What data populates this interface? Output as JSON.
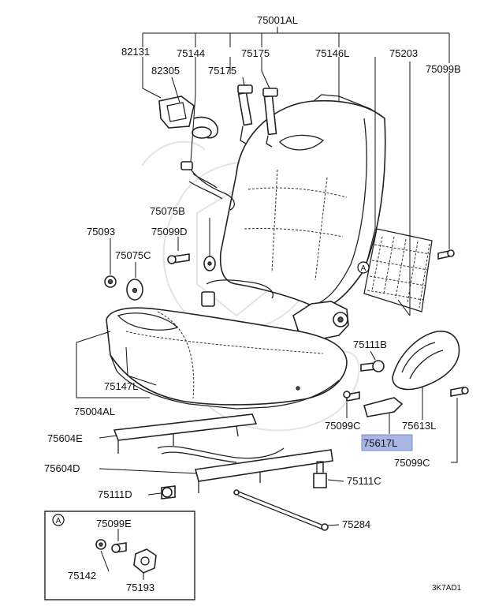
{
  "diagram": {
    "highlight_color": "#a9b6e3",
    "line_color": "#111111",
    "labels": {
      "p75001AL": "75001AL",
      "p82131": "82131",
      "p75144": "75144",
      "p75175a": "75175",
      "p75146L": "75146L",
      "p75203": "75203",
      "p75099B": "75099B",
      "p82305": "82305",
      "p75175b": "75175",
      "p75075B": "75075B",
      "p75093": "75093",
      "p75099D": "75099D",
      "p75075C": "75075C",
      "p75111B": "75111B",
      "p75147L": "75147L",
      "p75004AL": "75004AL",
      "p75099Ca": "75099C",
      "p75613L": "75613L",
      "p75604E": "75604E",
      "p75617L": "75617L",
      "p75099Cb": "75099C",
      "p75604D": "75604D",
      "p75111C": "75111C",
      "p75111D": "75111D",
      "p75284": "75284",
      "p75099E": "75099E",
      "p75142": "75142",
      "p75193": "75193"
    },
    "callout_letter": "A",
    "detail_letter": "A",
    "figure_code": "3K7AD1"
  }
}
